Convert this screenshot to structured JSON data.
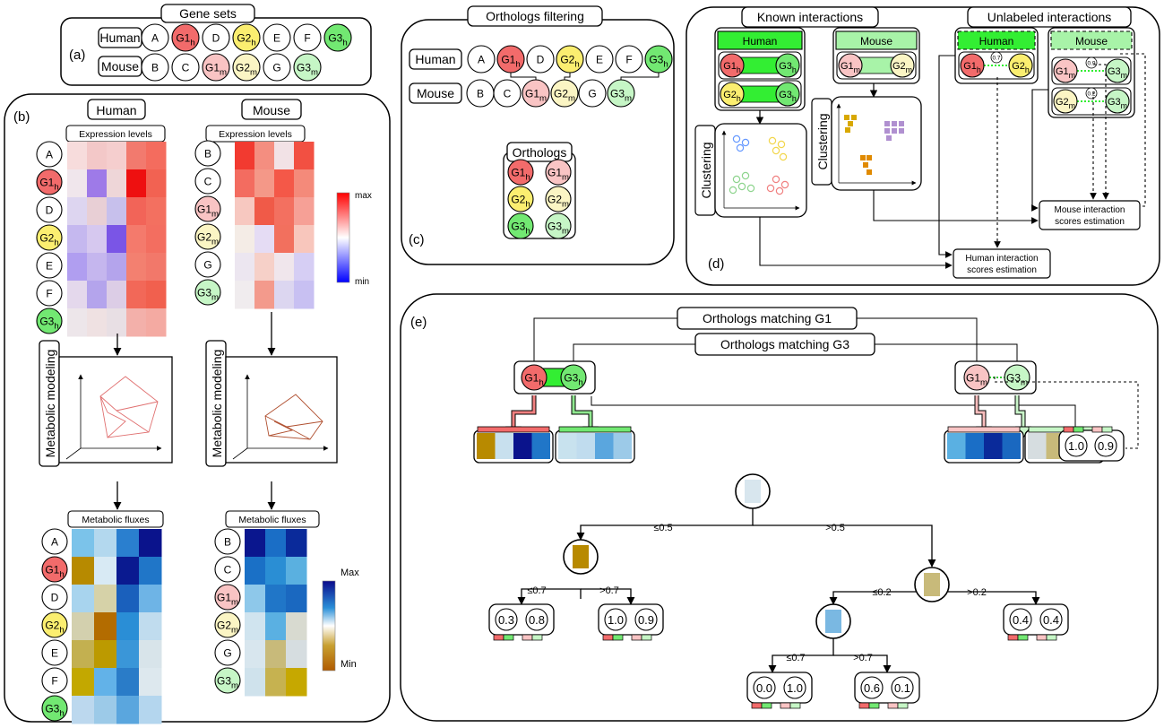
{
  "colors": {
    "g1h": "#f26b6b",
    "g1m": "#f9c4c4",
    "g2h": "#fbee70",
    "g2m": "#fbf5c4",
    "g3h": "#72e872",
    "g3m": "#c6f6c6",
    "known": "#33ee33",
    "known_light": "#a8f3a8"
  },
  "panel_a": {
    "tag": "(a)",
    "title": "Gene sets",
    "human_label": "Human",
    "mouse_label": "Mouse",
    "human_genes": [
      {
        "base": "A",
        "sub": ""
      },
      {
        "base": "G1",
        "sub": "h"
      },
      {
        "base": "D",
        "sub": ""
      },
      {
        "base": "G2",
        "sub": "h"
      },
      {
        "base": "E",
        "sub": ""
      },
      {
        "base": "F",
        "sub": ""
      },
      {
        "base": "G3",
        "sub": "h"
      }
    ],
    "mouse_genes": [
      {
        "base": "B",
        "sub": ""
      },
      {
        "base": "C",
        "sub": ""
      },
      {
        "base": "G1",
        "sub": "m"
      },
      {
        "base": "G2",
        "sub": "m"
      },
      {
        "base": "G",
        "sub": ""
      },
      {
        "base": "G3",
        "sub": "m"
      }
    ]
  },
  "panel_b": {
    "tag": "(b)",
    "human_title": "Human",
    "mouse_title": "Mouse",
    "expression_title": "Expression levels",
    "modeling_label": "Metabolic modeling",
    "fluxes_title": "Metabolic fluxes",
    "expr_scale_max": "max",
    "expr_scale_min": "min",
    "flux_scale_max": "Max",
    "flux_scale_min": "Min",
    "human_rows": [
      {
        "base": "A",
        "sub": ""
      },
      {
        "base": "G1",
        "sub": "h"
      },
      {
        "base": "D",
        "sub": ""
      },
      {
        "base": "G2",
        "sub": "h"
      },
      {
        "base": "E",
        "sub": ""
      },
      {
        "base": "F",
        "sub": ""
      },
      {
        "base": "G3",
        "sub": "h"
      }
    ],
    "mouse_rows": [
      {
        "base": "B",
        "sub": ""
      },
      {
        "base": "C",
        "sub": ""
      },
      {
        "base": "G1",
        "sub": "m"
      },
      {
        "base": "G2",
        "sub": "m"
      },
      {
        "base": "G",
        "sub": ""
      },
      {
        "base": "G3",
        "sub": "m"
      }
    ]
  },
  "panel_c": {
    "tag": "(c)",
    "title": "Orthologs filtering",
    "human_label": "Human",
    "mouse_label": "Mouse",
    "orthologs_title": "Orthologs"
  },
  "panel_d": {
    "tag": "(d)",
    "known_title": "Known interactions",
    "unlabeled_title": "Unlabeled interactions",
    "human_label": "Human",
    "mouse_label": "Mouse",
    "clustering_label": "Clustering",
    "mouse_scores": [
      "Mouse interaction",
      "scores estimation"
    ],
    "human_scores": [
      "Human interaction",
      "scores estimation"
    ],
    "edge_values": [
      "0.7",
      "0.9",
      "0.2"
    ]
  },
  "panel_e": {
    "tag": "(e)",
    "match_g1": "Orthologs matching G1",
    "match_g3": "Orthologs matching G3",
    "top_scores": [
      "1.0",
      "0.9"
    ],
    "split_root_left": "≤0.5",
    "split_root_right": ">0.5",
    "split_left_left": "≤0.7",
    "split_left_right": ">0.7",
    "split_right_left": "≤0.2",
    "split_right_right": ">0.2",
    "split_low_left": "≤0.7",
    "split_low_right": ">0.7",
    "leaves": [
      [
        "0.3",
        "0.8"
      ],
      [
        "1.0",
        "0.9"
      ],
      [
        "0.4",
        "0.4"
      ],
      [
        "0.0",
        "1.0"
      ],
      [
        "0.6",
        "0.1"
      ]
    ]
  }
}
